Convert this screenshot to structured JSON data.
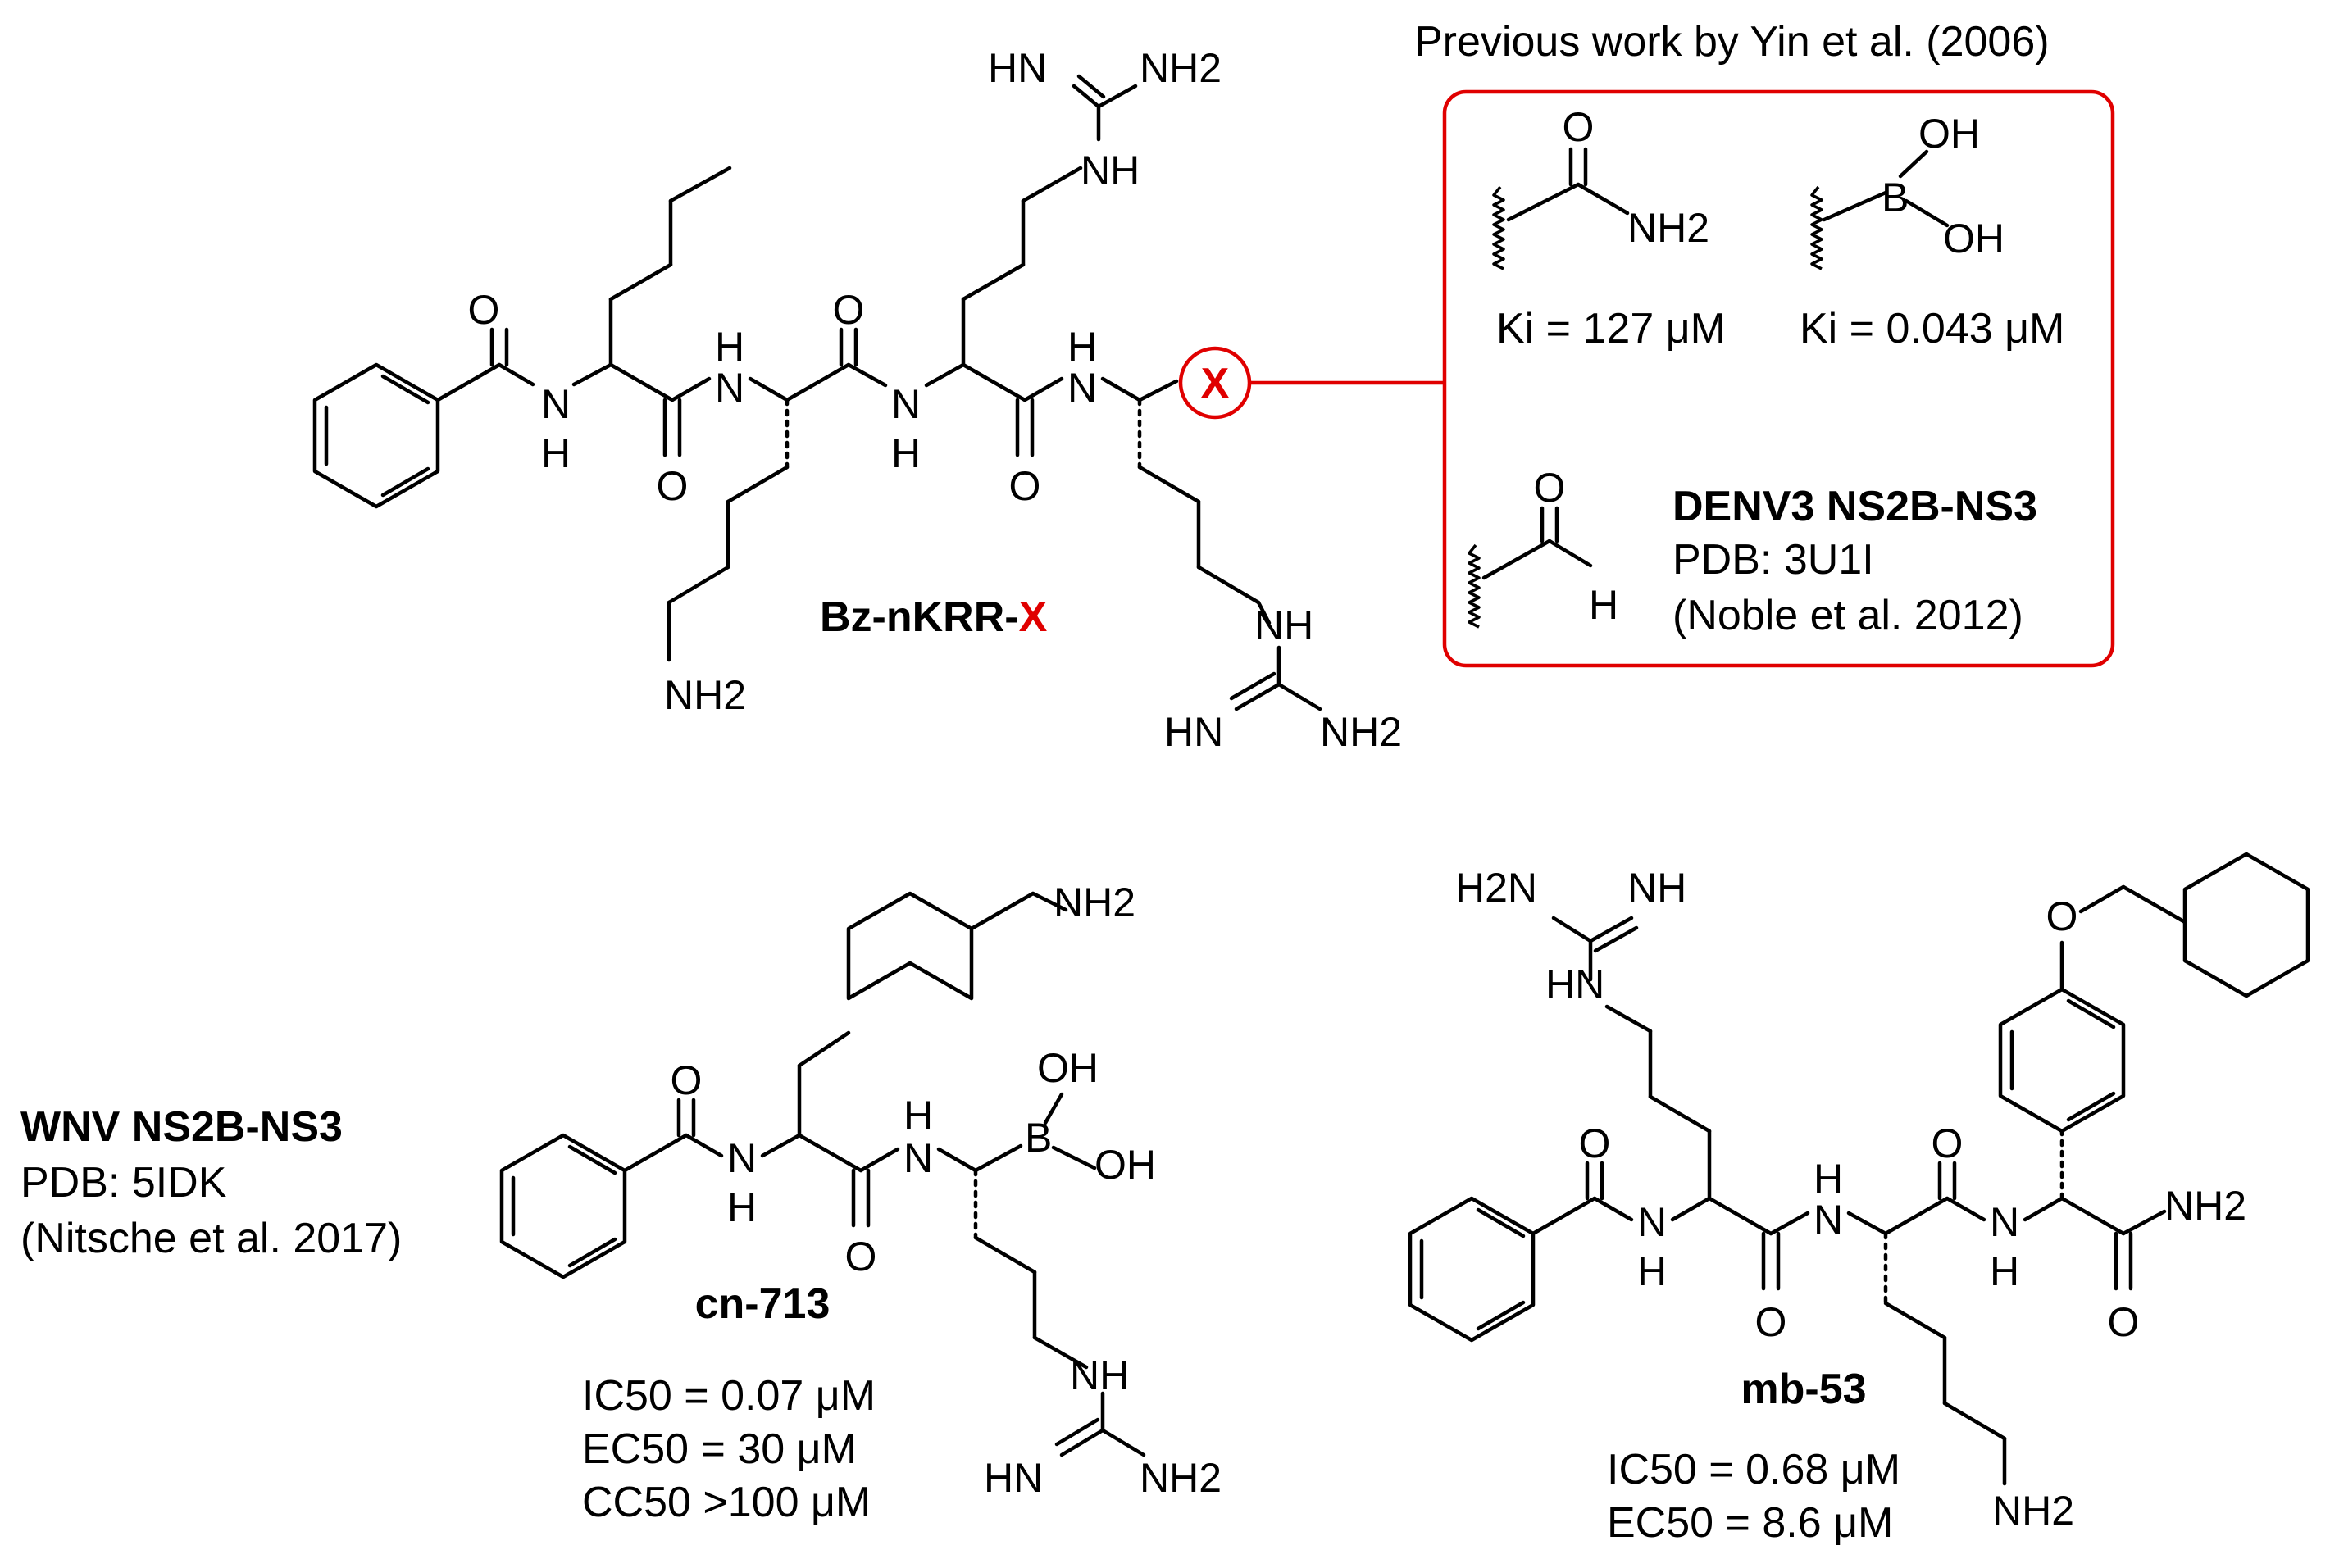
{
  "header": {
    "previous_work": "Previous work by Yin et al. (2006)"
  },
  "warheads": {
    "amide_label": "NH2",
    "amide_o": "O",
    "amide_ki": "Ki = 127 μM",
    "boronic_oh_top": "OH",
    "boronic_b": "B",
    "boronic_oh_bottom": "OH",
    "boronic_ki": "Ki = 0.043 μM",
    "aldehyde_o": "O",
    "aldehyde_h": "H"
  },
  "denv3": {
    "title": "DENV3 NS2B-NS3",
    "pdb": "PDB: 3U1I",
    "citation": "(Noble et al. 2012)"
  },
  "bz_nkrr": {
    "name_prefix": "Bz-nKRR-",
    "name_x": "X",
    "x_circle": "X",
    "o1": "O",
    "o2": "O",
    "o3": "O",
    "o4": "O",
    "nh1": "N",
    "nh1h": "H",
    "nh2": "N",
    "nh2h": "H",
    "nh3": "N",
    "nh3h": "H",
    "nh4": "N",
    "nh4h": "H",
    "lys_nh2": "NH2",
    "arg1_nh": "NH",
    "arg1_hn": "HN",
    "arg1_nh2": "NH2",
    "arg2_nh": "NH",
    "arg2_hn": "HN",
    "arg2_nh2": "NH2"
  },
  "wnv": {
    "title": "WNV NS2B-NS3",
    "pdb": "PDB: 5IDK",
    "citation": "(Nitsche et al. 2017)"
  },
  "cn713": {
    "name": "cn-713",
    "ic50": "IC50 = 0.07 μM",
    "ec50": "EC50  = 30 μM",
    "cc50": "CC50 >100 μM",
    "o1": "O",
    "o2": "O",
    "n1": "N",
    "n1h": "H",
    "n2": "N",
    "n2h": "H",
    "b": "B",
    "oh_top": "OH",
    "oh_right": "OH",
    "nh2_benzyl": "NH2",
    "arg_nh": "NH",
    "arg_hn": "HN",
    "arg_nh2": "NH2"
  },
  "mb53": {
    "name": "mb-53",
    "ic50": "IC50 = 0.68 μM",
    "ec50": "EC50  = 8.6 μM",
    "o1": "O",
    "o2": "O",
    "o3": "O",
    "o_ether": "O",
    "n1": "N",
    "n1h": "H",
    "n2": "N",
    "n2h": "H",
    "n3": "N",
    "n3h": "H",
    "nh2_amide": "NH2",
    "lys_nh2": "NH2",
    "arg_h2n": "H2N",
    "arg_nh": "NH",
    "arg_hn": "HN"
  }
}
